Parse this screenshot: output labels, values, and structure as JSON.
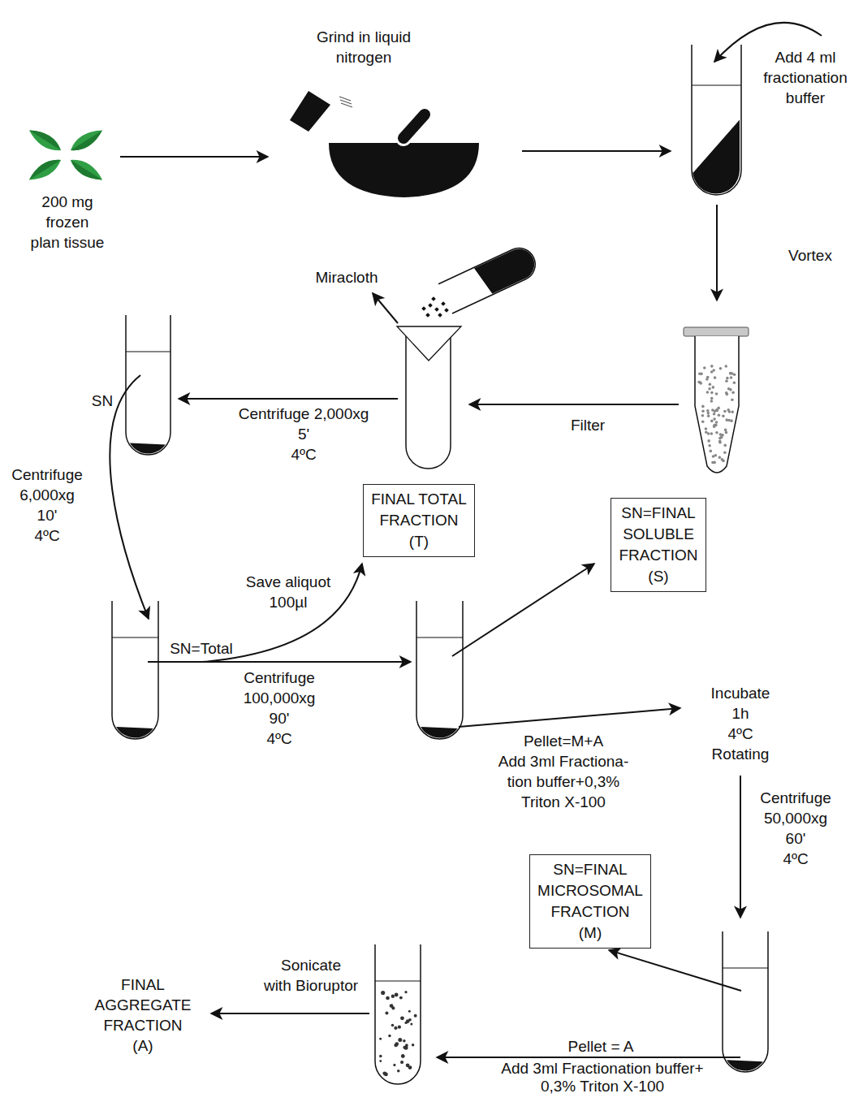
{
  "diagram": {
    "nodes": [
      {
        "text": [
          "FINAL TOTAL FRACTION (T)"
        ]
      },
      {
        "text": [
          "SN=FINAL SOLUBLE FRACTION (S)"
        ]
      },
      {
        "text": [
          "SN=FINAL MICROSOMAL FRACTION (M)"
        ]
      }
    ],
    "labels": [
      "200 mg frozen plan tissue",
      "Grind in liquid nitrogen",
      "Add 4 ml fractionation buffer",
      "Vortex",
      "Miracloth",
      "Filter",
      "SN",
      "Centrifuge 2,000xg 5' 4ºC",
      "Centrifuge 6,000xg 10' 4ºC",
      "Save aliquot 100µl",
      "SN=Total",
      "Centrifuge 100,000xg 90' 4ºC",
      "Pellet=M+A Add 3ml Fractiona- tion buffer+0,3% Triton X-100",
      "Incubate 1h 4ºC Rotating",
      "Centrifuge 50,000xg 60' 4ºC",
      "Pellet = A",
      "Add 3ml Fractionation buffer+ 0,3% Triton X-100",
      "Sonicate with Bioruptor",
      "FINAL AGGREGATE FRACTION (A)"
    ]
  }
}
